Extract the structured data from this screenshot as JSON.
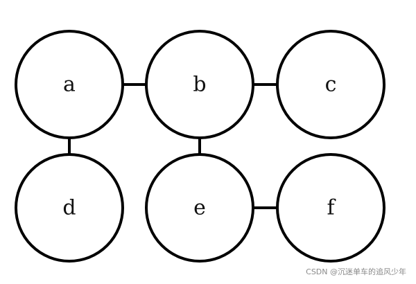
{
  "diagram": {
    "nodes": [
      {
        "id": "a",
        "label": "a"
      },
      {
        "id": "b",
        "label": "b"
      },
      {
        "id": "c",
        "label": "c"
      },
      {
        "id": "d",
        "label": "d"
      },
      {
        "id": "e",
        "label": "e"
      },
      {
        "id": "f",
        "label": "f"
      }
    ],
    "edges": [
      {
        "from": "a",
        "to": "b"
      },
      {
        "from": "b",
        "to": "c"
      },
      {
        "from": "a",
        "to": "d"
      },
      {
        "from": "b",
        "to": "e"
      },
      {
        "from": "e",
        "to": "f"
      }
    ]
  },
  "watermark": {
    "text": "CSDN @沉迷单车的追风少年"
  }
}
